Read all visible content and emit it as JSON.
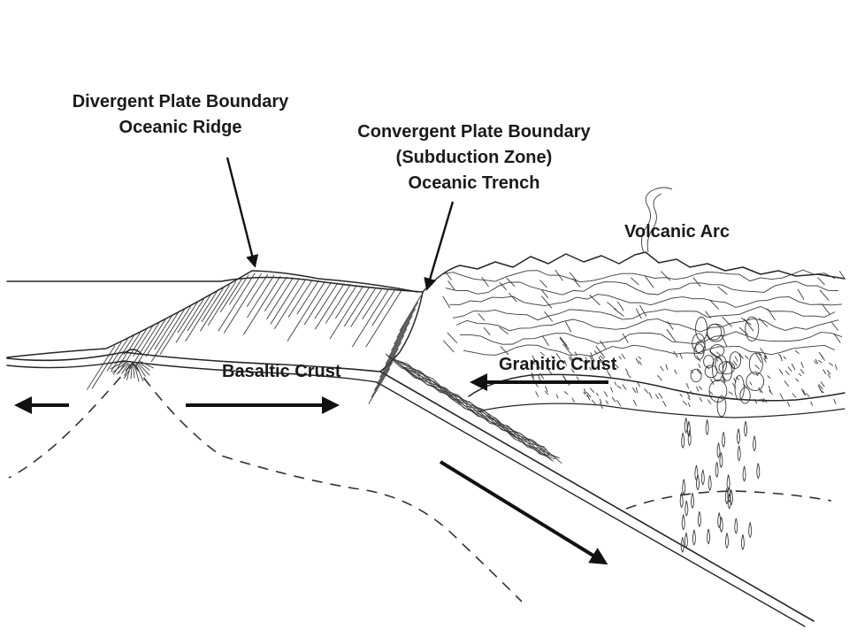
{
  "labels": {
    "divergent": {
      "line1": "Divergent Plate Boundary",
      "line2": "Oceanic Ridge"
    },
    "convergent": {
      "line1": "Convergent Plate Boundary",
      "line2": "(Subduction Zone)",
      "line3": "Oceanic Trench"
    },
    "volcanic_arc": "Volcanic Arc",
    "basaltic_crust": "Basaltic Crust",
    "granitic_crust": "Granitic Crust"
  }
}
